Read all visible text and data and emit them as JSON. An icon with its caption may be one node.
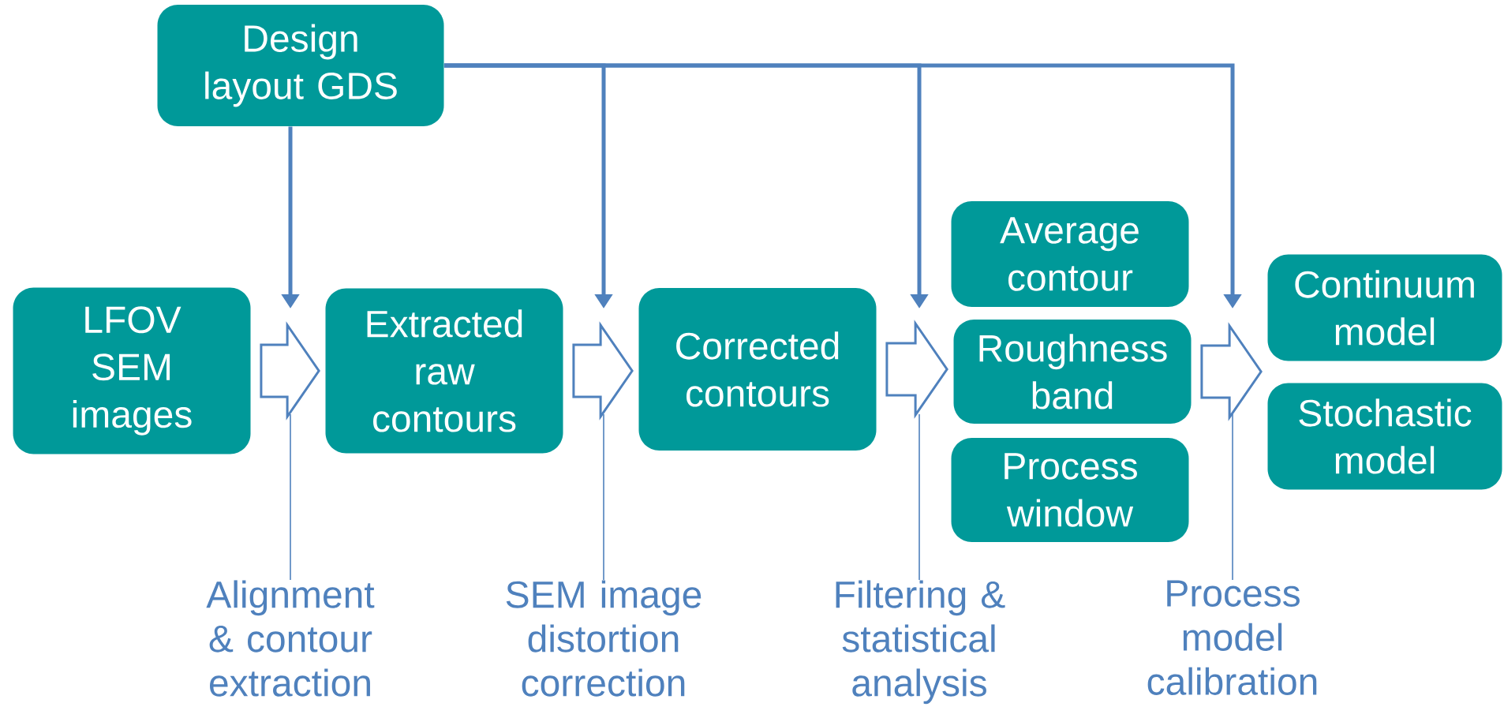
{
  "diagram": {
    "nodes": [
      {
        "text": [
          "Design layout GDS"
        ]
      },
      {
        "text": [
          "LFOV SEM images"
        ]
      },
      {
        "text": [
          "Extracted raw contours"
        ]
      },
      {
        "text": [
          "Corrected contours"
        ]
      },
      {
        "text": [
          "Average contour"
        ]
      },
      {
        "text": [
          "Roughness band"
        ]
      },
      {
        "text": [
          "Process window"
        ]
      },
      {
        "text": [
          "Continuum model"
        ]
      },
      {
        "text": [
          "Stochastic model"
        ]
      },
      {
        "text": [
          "Alignment & contour extraction"
        ]
      },
      {
        "text": [
          "SEM image distortion correction"
        ]
      },
      {
        "text": [
          "Filtering & statistical analysis"
        ]
      },
      {
        "text": [
          "Process model calibration"
        ]
      }
    ],
    "edges": [
      {
        "from": 1,
        "to": 2,
        "arrow": "to"
      },
      {
        "from": 2,
        "to": 3,
        "arrow": "to"
      },
      {
        "from": 3,
        "to": 5,
        "arrow": "to"
      },
      {
        "from": 5,
        "to": 7,
        "arrow": "to"
      },
      {
        "from": 5,
        "to": 8,
        "arrow": "to"
      },
      {
        "from": 0,
        "to": null,
        "arrow": "to",
        "style": "thick"
      },
      {
        "from": 0,
        "to": null,
        "arrow": "to",
        "style": "thick"
      },
      {
        "from": 0,
        "to": null,
        "arrow": "to",
        "style": "thick"
      },
      {
        "from": 0,
        "to": null,
        "arrow": "to",
        "style": "thick"
      },
      {
        "from": 9,
        "to": null,
        "arrow": "none"
      },
      {
        "from": 10,
        "to": null,
        "arrow": "none"
      },
      {
        "from": 11,
        "to": null,
        "arrow": "none"
      },
      {
        "from": 12,
        "to": null,
        "arrow": "none"
      }
    ]
  }
}
